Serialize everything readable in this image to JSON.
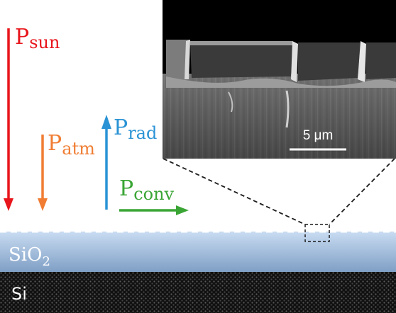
{
  "labels": {
    "p_sun": {
      "base": "P",
      "sub": "sun"
    },
    "p_atm": {
      "base": "P",
      "sub": "atm"
    },
    "p_rad": {
      "base": "P",
      "sub": "rad"
    },
    "p_conv": {
      "base": "P",
      "sub": "conv"
    }
  },
  "layers": {
    "sio2": {
      "base": "SiO",
      "sub": "2"
    },
    "si": "Si"
  },
  "scale_bar": "5 μm",
  "colors": {
    "sun": "#e8151b",
    "atm": "#f07d33",
    "rad": "#2a93d5",
    "conv": "#3aa535",
    "sio2_top": "#c9dcf2",
    "sio2_bottom": "#7f9fc5",
    "si": "#1a1a1a"
  }
}
